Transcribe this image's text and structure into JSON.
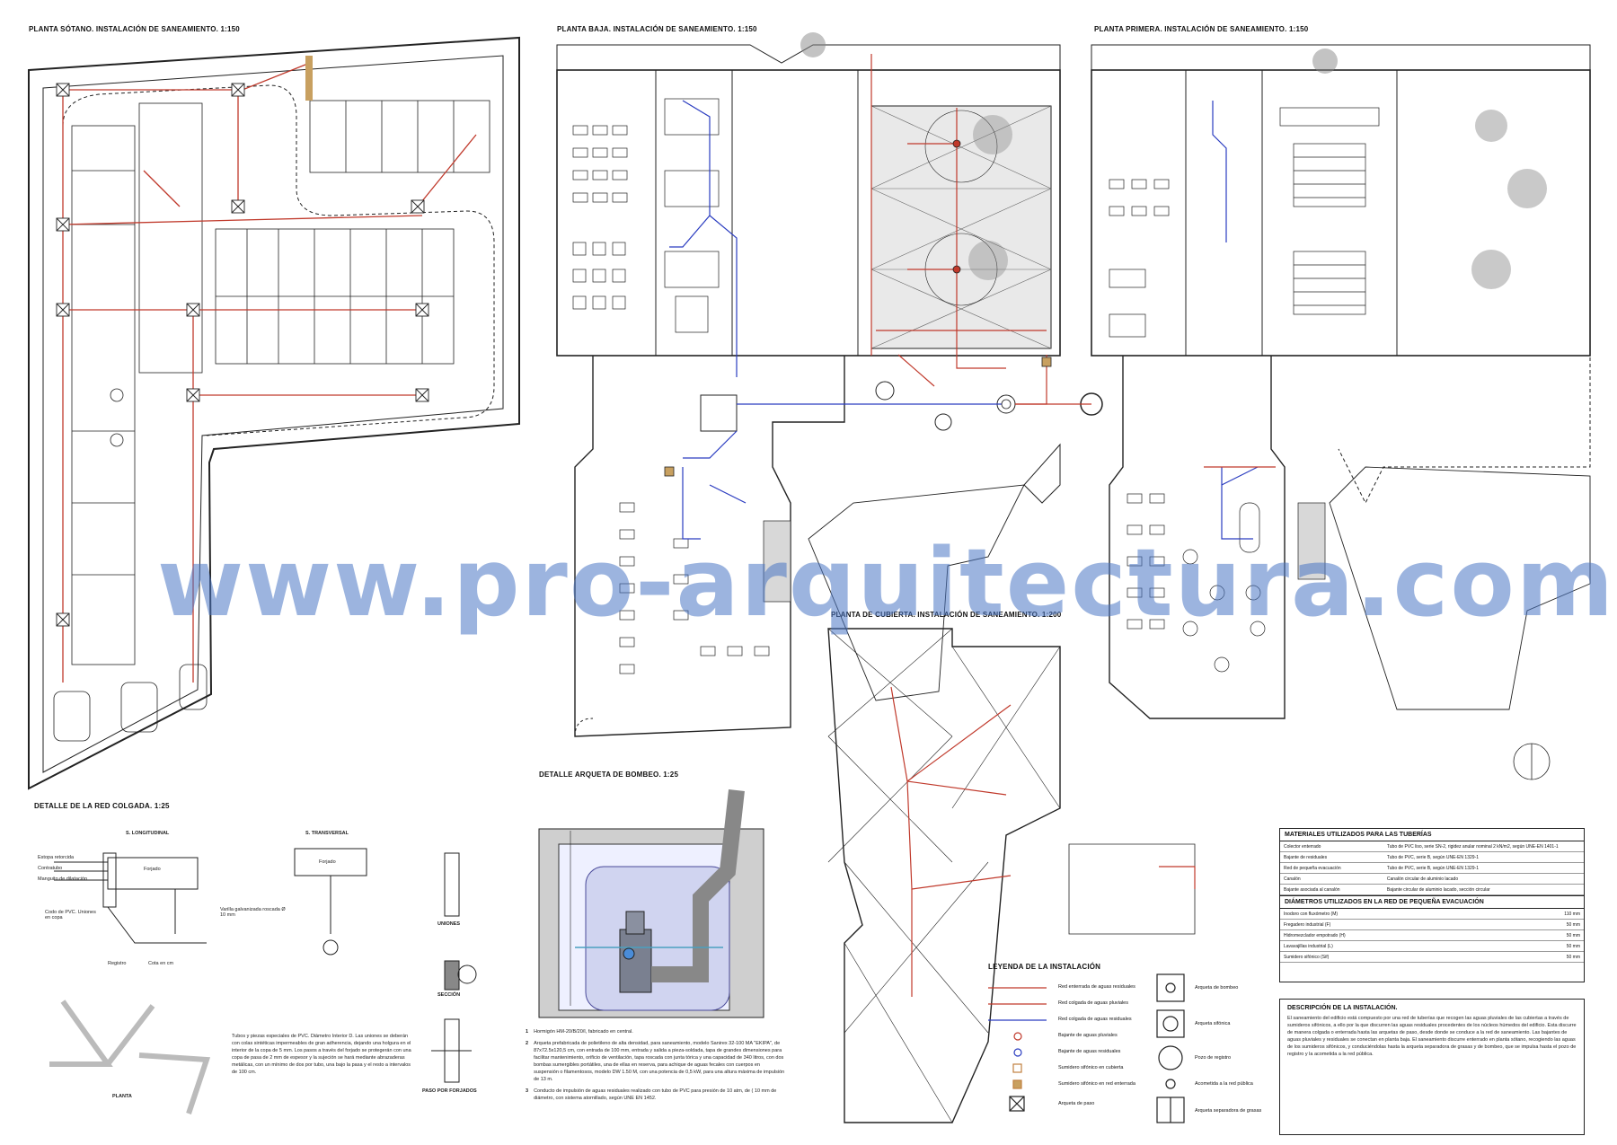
{
  "titles": {
    "basement": "PLANTA SÓTANO. INSTALACIÓN DE SANEAMIENTO. 1:150",
    "ground": "PLANTA BAJA. INSTALACIÓN DE SANEAMIENTO. 1:150",
    "first": "PLANTA PRIMERA. INSTALACIÓN DE SANEAMIENTO. 1:150",
    "roof": "PLANTA DE CUBIERTA. INSTALACIÓN DE SANEAMIENTO. 1:200",
    "hung_network": "DETALLE DE LA RED COLGADA. 1:25",
    "pump_pit": "DETALLE ARQUETA DE BOMBEO. 1:25"
  },
  "hung_detail": {
    "longitudinal": "S. LONGITUDINAL",
    "transversal": "S. TRANSVERSAL",
    "floor_slab": "Forjado",
    "labels": [
      "Estopa retorcida",
      "Contratubo",
      "Manguito de dilatación"
    ],
    "pvc_elbow": "Codo de PVC. Uniones en copa",
    "rod": "Varilla galvanizada roscada Ø 10 mm",
    "register": "Registro",
    "slope": "Cota en cm",
    "unions": "UNIONES",
    "section": "SECCIÓN",
    "plan": "PLANTA",
    "through_slab": "PASO POR FORJADOS",
    "note": "Tubos y piezas especiales de PVC. Diámetro Interior D. Las uniones se deberán con colas sintéticas impermeables de gran adherencia, dejando una holgura en el interior de la copa de 5 mm. Los pasos a través del forjado se protegerán con una copa de pasa de 2 mm de espesor y la sujeción se hará mediante abrazaderas metálicas, con un mínimo de dos por tubo, una bajo la pasa y el resto a intervalos de 100 cm."
  },
  "pump_notes": [
    {
      "n": "1",
      "text": "Hormigón HM-20/B/20/I, fabricado en central."
    },
    {
      "n": "2",
      "text": "Arqueta prefabricada de polietileno de alta densidad, para saneamiento, modelo Sanirex 32-100 MA \"EKIPA\", de 87x72.5x120,5 cm, con entrada de 100 mm, entrada y salida a pieza-soldada, tapa de grandes dimensiones para facilitar mantenimiento, orificio de ventilación, tapa roscada con junta tórica y una capacidad de 340 litros, con dos bombas sumergibles portátiles, una de ellas en reserva, para achique de aguas fecales con cuerpos en suspensión o filamentosos, modelo DW 1.50 M, con una potencia de 0,5 kW, para una altura máxima de impulsión de 13 m."
    },
    {
      "n": "3",
      "text": "Conducto de impulsión de aguas residuales realizado con tubo de PVC para presión de 10 atm, de ( 10 mm de diámetro, con sistema atornillado, según UNE EN 1452."
    }
  ],
  "materials": {
    "title": "MATERIALES UTILIZADOS PARA LAS TUBERÍAS",
    "rows": [
      [
        "Colector enterrado",
        "Tubo de PVC liso, serie SN-2, rigidez anular nominal 2 kN/m2, según UNE-EN 1401-1"
      ],
      [
        "Bajante de residuales",
        "Tubo de PVC, serie B, según UNE-EN 1329-1"
      ],
      [
        "Red de pequeña evacuación",
        "Tubo de PVC, serie B, según UNE-EN 1329-1"
      ],
      [
        "Canalón",
        "Canalón circular de aluminio lacado"
      ],
      [
        "Bajante asociada al canalón",
        "Bajante circular de aluminio lacado, sección circular"
      ]
    ]
  },
  "diameters": {
    "title": "DIÁMETROS UTILIZADOS EN LA RED DE PEQUEÑA EVACUACIÓN",
    "rows": [
      [
        "Inodoro con fluxómetro (M)",
        "110 mm"
      ],
      [
        "Fregadero industrial (F)",
        "50 mm"
      ],
      [
        "Hidromezclador empotrado (H)",
        "50 mm"
      ],
      [
        "Lavavajillas industrial (L)",
        "50 mm"
      ],
      [
        "Sumidero sifónico (Sif)",
        "50 mm"
      ]
    ]
  },
  "legend": {
    "title": "LEYENDA DE LA INSTALACIÓN",
    "left": [
      "Red enterrada de aguas residuales",
      "Red colgada de aguas pluviales",
      "Red colgada de aguas residuales",
      "Bajante de aguas pluviales",
      "Bajante de aguas residuales",
      "Sumidero sifónico en cubierta",
      "Sumidero sifónico en red enterrada",
      "Arqueta de paso"
    ],
    "right": [
      "Arqueta de bombeo",
      "Arqueta sifónica",
      "Pozo de registro",
      "Acometida a la red pública",
      "Arqueta separadora de grasas"
    ]
  },
  "description": {
    "title": "DESCRIPCIÓN DE LA INSTALACIÓN.",
    "text": "El saneamiento del edificio está compuesto por una red de tuberías que recogen las aguas pluviales de las cubiertas a través de sumideros sifónicos, a ello por la que discurren las aguas residuales procedentes de los núcleos húmedos del edificio. Esta discurre de manera colgada o enterrada hasta las arquetas de paso, desde donde se conduce a la red de saneamiento. Las bajantes de aguas pluviales y residuales se conectan en planta baja. El saneamiento discurre enterrado en planta sótano, recogiendo las aguas de los sumideros sifónicos, y conduciéndolas hasta la arqueta separadora de grasas y de bombeo, que se impulsa hasta el pozo de registro y la acometida a la red pública."
  },
  "watermark": "www.pro-arquitectura.com",
  "colors": {
    "residual": "#c0392b",
    "pluvial": "#2a3cc0",
    "watermark": "#4a76c4"
  }
}
